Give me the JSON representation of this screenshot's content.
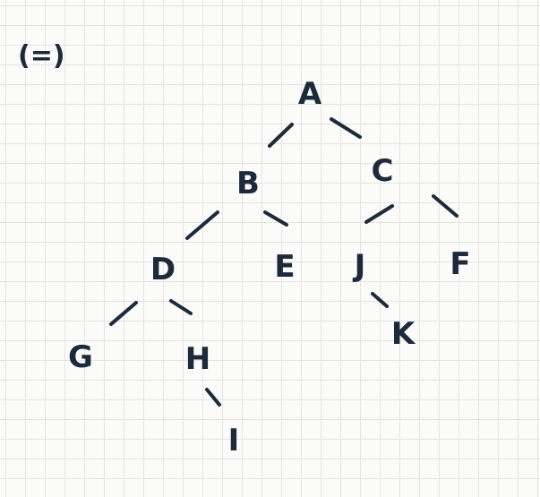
{
  "heading": "(=)",
  "ink_color": "#1c2a3a",
  "grid_color": "#e4e4e2",
  "tree": {
    "nodes": [
      {
        "id": "A",
        "label": "A"
      },
      {
        "id": "B",
        "label": "B"
      },
      {
        "id": "C",
        "label": "C"
      },
      {
        "id": "D",
        "label": "D"
      },
      {
        "id": "E",
        "label": "E"
      },
      {
        "id": "J",
        "label": "J"
      },
      {
        "id": "F",
        "label": "F"
      },
      {
        "id": "G",
        "label": "G"
      },
      {
        "id": "H",
        "label": "H"
      },
      {
        "id": "K",
        "label": "K"
      },
      {
        "id": "I",
        "label": "I"
      }
    ],
    "edges": [
      {
        "from": "A",
        "to": "B"
      },
      {
        "from": "A",
        "to": "C"
      },
      {
        "from": "B",
        "to": "D"
      },
      {
        "from": "B",
        "to": "E"
      },
      {
        "from": "C",
        "to": "J"
      },
      {
        "from": "C",
        "to": "F"
      },
      {
        "from": "D",
        "to": "G"
      },
      {
        "from": "D",
        "to": "H"
      },
      {
        "from": "J",
        "to": "K"
      },
      {
        "from": "H",
        "to": "I"
      }
    ]
  }
}
